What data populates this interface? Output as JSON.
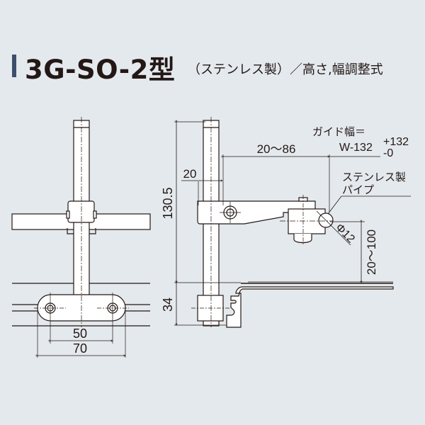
{
  "title": {
    "model": "3G-SO-2型",
    "subtitle": "（ステンレス製）／高さ,幅調整式",
    "accent_color": "#3e4f6c"
  },
  "front_view": {
    "dimensions": {
      "hole_pitch": "50",
      "base_width": "70"
    }
  },
  "side_view": {
    "dimensions": {
      "height": "130.5",
      "arm_offset": "20",
      "reach": "20〜86",
      "base_height": "34",
      "pipe_height": "20〜100",
      "pipe_diameter": "Φ12"
    },
    "annotations": {
      "guide_width_label": "ガイド幅＝",
      "guide_width_formula": "W-132",
      "tolerance_plus": "+132",
      "tolerance_minus": "-0",
      "pipe_label_line1": "ステンレス製",
      "pipe_label_line2": "パイプ"
    }
  },
  "colors": {
    "background": "#e4e9ed",
    "line": "#231815",
    "part_fill": "#ffffff"
  }
}
